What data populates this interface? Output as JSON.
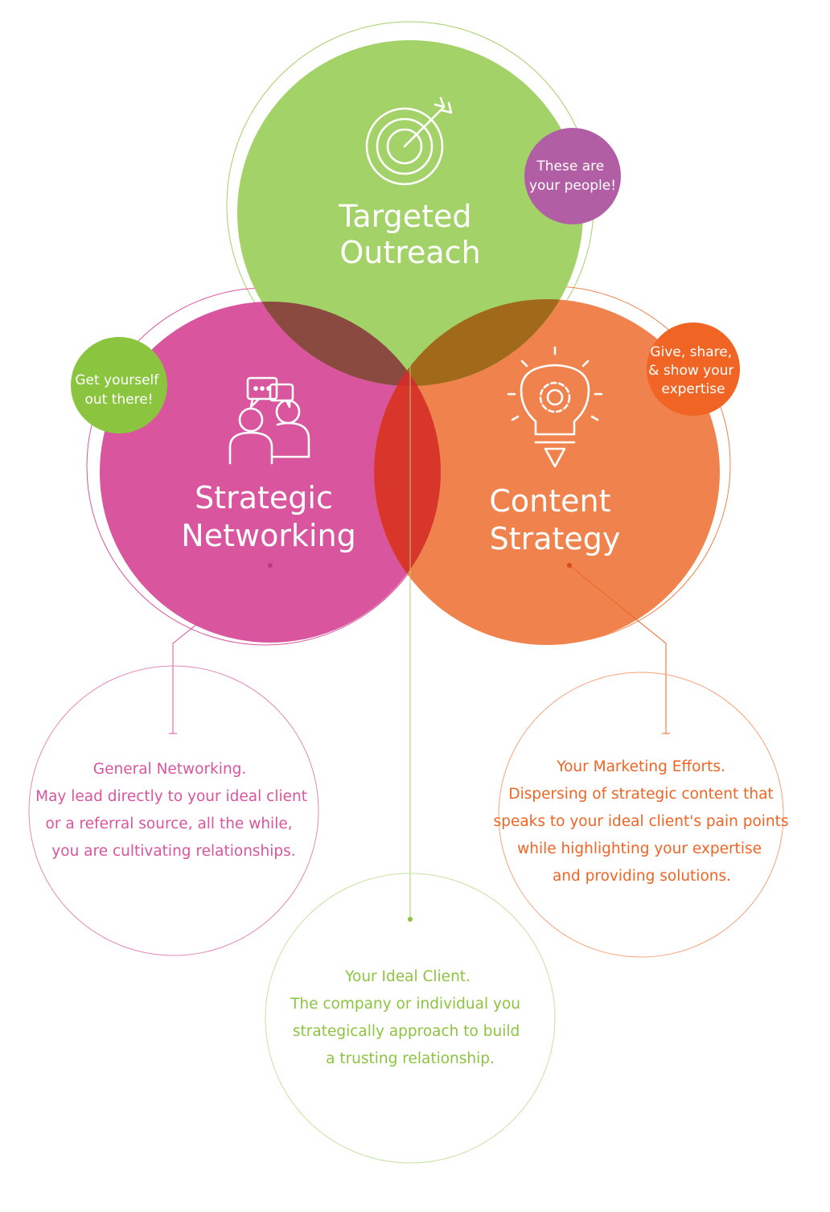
{
  "colors": {
    "green": "#a3d269",
    "pink": "#d9559e",
    "orange": "#f0834d",
    "purple": "#b25ea5",
    "bright_green": "#8bc43f",
    "dark_orange": "#f06424",
    "overlap_green_pink": "#8a4a40",
    "overlap_green_orange": "#a06a1a",
    "overlap_center": "#d12d2d",
    "overlap_pink_orange": "#d8362b",
    "text_pink": "#d9559e",
    "text_orange": "#f06424",
    "text_green": "#8bc43f"
  },
  "circles": {
    "targeted_outreach": {
      "title_lines": [
        "Targeted",
        "Outreach"
      ],
      "icon": "target-icon",
      "bubble_lines": [
        "These are",
        "your people!"
      ]
    },
    "strategic_networking": {
      "title_lines": [
        "Strategic",
        "Networking"
      ],
      "icon": "people-chat-icon",
      "bubble_lines": [
        "Get yourself",
        "out there!"
      ]
    },
    "content_strategy": {
      "title_lines": [
        "Content",
        "Strategy"
      ],
      "icon": "lightbulb-gear-icon",
      "bubble_lines": [
        "Give, share,",
        "& show your",
        "expertise"
      ]
    }
  },
  "descriptions": {
    "networking": [
      "General Networking.",
      "May lead directly to your ideal client",
      "or a referral source, all the while,",
      "you are cultivating relationships."
    ],
    "ideal_client": [
      "Your Ideal Client.",
      "The company or individual you",
      "strategically approach to build",
      "a trusting relationship."
    ],
    "marketing": [
      "Your Marketing Efforts.",
      "Dispersing of strategic content that",
      "speaks to your ideal client's pain points",
      "while highlighting your expertise",
      "and providing solutions."
    ]
  }
}
